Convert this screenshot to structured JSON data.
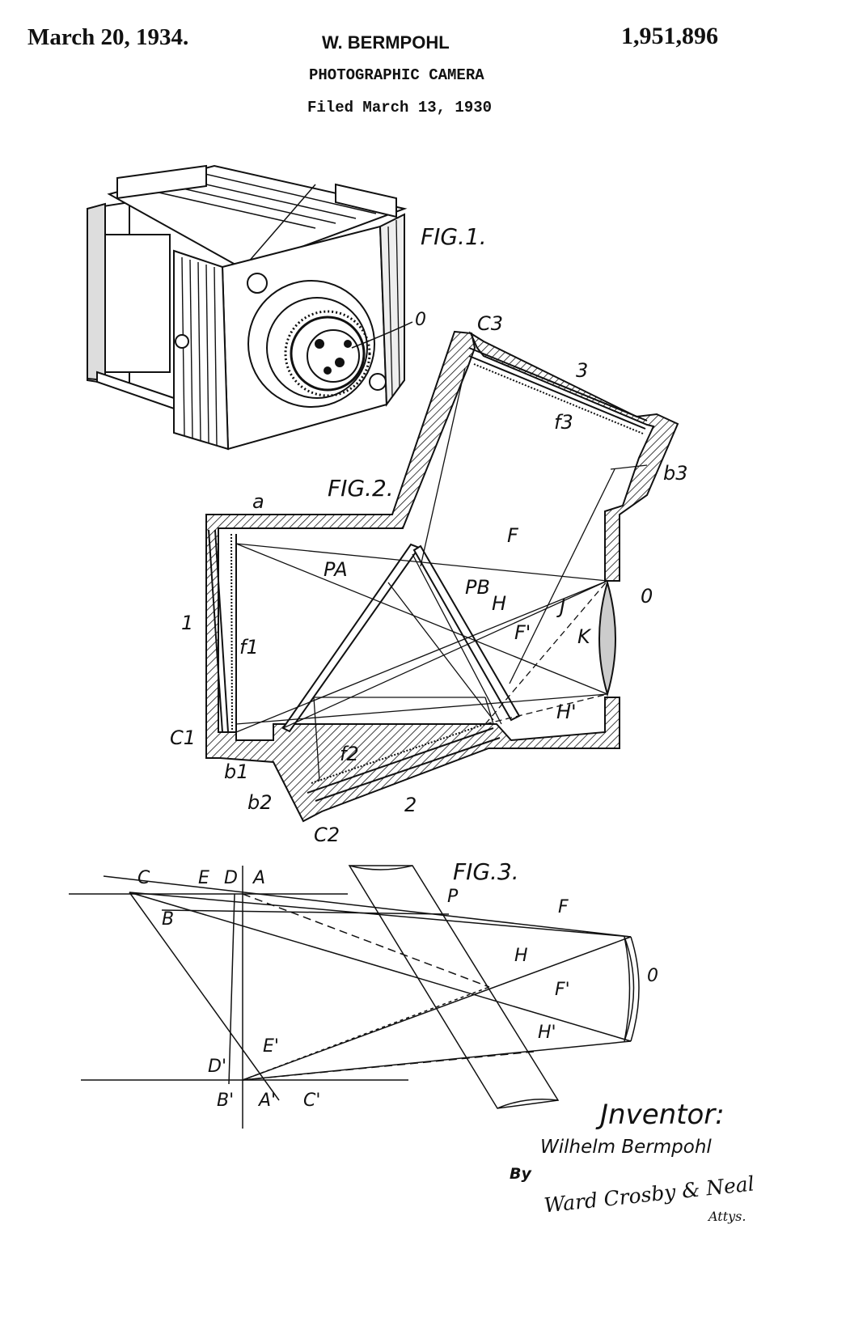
{
  "header": {
    "date": "March 20, 1934.",
    "inventor_name": "W. BERMPOHL",
    "patent_number": "1,951,896",
    "title": "PHOTOGRAPHIC CAMERA",
    "filed": "Filed March 13, 1930"
  },
  "figures": {
    "fig1": {
      "label": "FIG.1.",
      "refs": [
        "0"
      ]
    },
    "fig2": {
      "label": "FIG.2.",
      "refs": [
        "C3",
        "3",
        "f3",
        "b3",
        "a",
        "F",
        "PA",
        "PB",
        "H",
        "J",
        "0",
        "F'",
        "K",
        "1",
        "f1",
        "H'",
        "C1",
        "b1",
        "f2",
        "b2",
        "2",
        "C2"
      ]
    },
    "fig3": {
      "label": "FIG.3.",
      "refs": [
        "C",
        "E",
        "D",
        "A",
        "P",
        "F",
        "B",
        "H",
        "0",
        "F'",
        "H'",
        "E'",
        "D'",
        "B'",
        "A'",
        "C'"
      ]
    }
  },
  "signature": {
    "heading": "Jnventor:",
    "name": "Wilhelm Bermpohl",
    "by": "By",
    "attorney": "Ward Crosby & Neal",
    "attys": "Attys."
  }
}
